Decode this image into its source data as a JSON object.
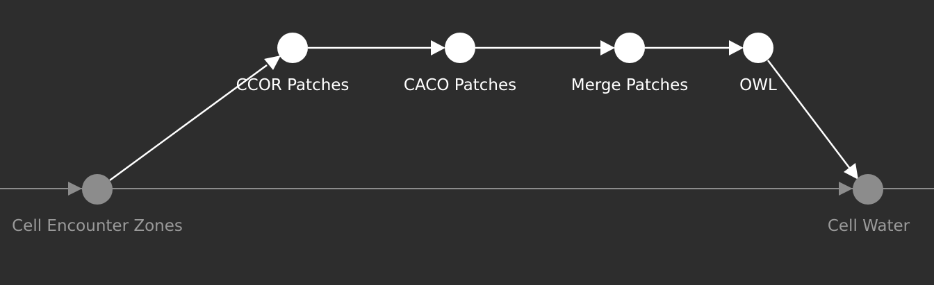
{
  "colors": {
    "background": "#2d2d2d",
    "active": "#ffffff",
    "inactive": "#8c8c8c"
  },
  "nodes": {
    "cell_encounter_zones": "Cell Encounter Zones",
    "ccor_patches": "CCOR Patches",
    "caco_patches": "CACO Patches",
    "merge_patches": "Merge Patches",
    "owl": "OWL",
    "cell_water": "Cell Water"
  }
}
